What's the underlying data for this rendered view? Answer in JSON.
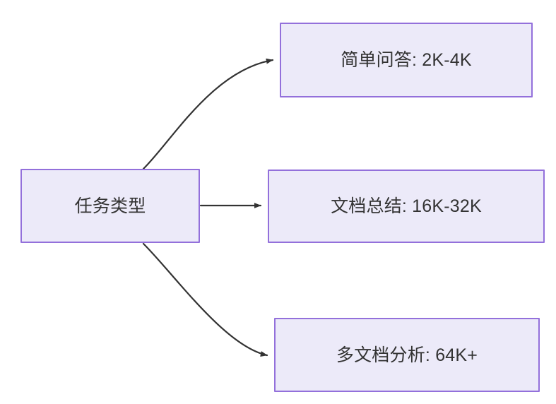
{
  "diagram": {
    "title": "任务类型",
    "type": "flowchart",
    "direction": "left-to-right",
    "background_color": "#ffffff",
    "node_fill_color": "#ECEAF9",
    "node_border_color": "#9370DB",
    "node_text_color": "#333333",
    "edge_color": "#333333",
    "nodes": [
      {
        "id": "root",
        "label": "任务类型",
        "role": "source"
      },
      {
        "id": "simple-qa",
        "label": "简单问答: 2K-4K",
        "role": "target"
      },
      {
        "id": "doc-summary",
        "label": "文档总结: 16K-32K",
        "role": "target"
      },
      {
        "id": "multi-doc",
        "label": "多文档分析: 64K+",
        "role": "target"
      }
    ],
    "edges": [
      {
        "id": "edge-root-to-simple-qa",
        "from": "root",
        "to": "simple-qa",
        "style": "curved",
        "arrowhead": "solid-triangle"
      },
      {
        "id": "edge-root-to-doc-summary",
        "from": "root",
        "to": "doc-summary",
        "style": "straight",
        "arrowhead": "solid-triangle"
      },
      {
        "id": "edge-root-to-multi-doc",
        "from": "root",
        "to": "multi-doc",
        "style": "curved",
        "arrowhead": "solid-triangle"
      }
    ]
  }
}
